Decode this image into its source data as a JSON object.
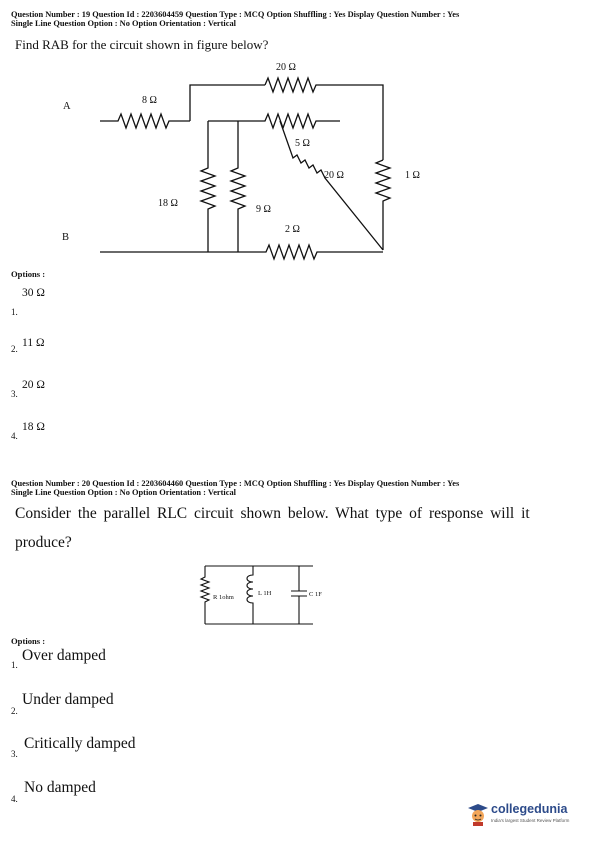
{
  "q19": {
    "meta_line1": "Question Number : 19 Question Id : 2203604459 Question Type : MCQ Option Shuffling : Yes Display Question Number : Yes",
    "meta_line2": "Single Line Question Option : No Option Orientation : Vertical",
    "question": "Find RAB for the circuit shown in figure below?",
    "figure": {
      "label_a": "A",
      "label_b": "B",
      "r_8": "8 Ω",
      "r_20_top": "20 Ω",
      "r_5": "5 Ω",
      "r_20_diag": "20 Ω",
      "r_1": "1 Ω",
      "r_18": "18 Ω",
      "r_9": "9 Ω",
      "r_2": "2 Ω"
    },
    "options_label": "Options :",
    "options": [
      {
        "num": "1.",
        "text": "30 Ω"
      },
      {
        "num": "2.",
        "text": "11 Ω"
      },
      {
        "num": "3.",
        "text": "20 Ω"
      },
      {
        "num": "4.",
        "text": "18 Ω"
      }
    ]
  },
  "q20": {
    "meta_line1": "Question Number : 20 Question Id : 2203604460 Question Type : MCQ Option Shuffling : Yes Display Question Number : Yes",
    "meta_line2": "Single Line Question Option : No Option Orientation : Vertical",
    "question_line1": "Consider the parallel RLC circuit shown below. What type of response will it",
    "question_line2": "produce?",
    "figure": {
      "r_label": "R 1ohm",
      "l_label": "L 1H",
      "c_label": "C 1F"
    },
    "options_label": "Options :",
    "options": [
      {
        "num": "1.",
        "text": "Over damped"
      },
      {
        "num": "2.",
        "text": "Under damped"
      },
      {
        "num": "3.",
        "text": "Critically damped"
      },
      {
        "num": "4.",
        "text": "No damped"
      }
    ]
  },
  "logo": {
    "name": "collegedunia",
    "tagline": "India's largest Student Review Platform"
  }
}
